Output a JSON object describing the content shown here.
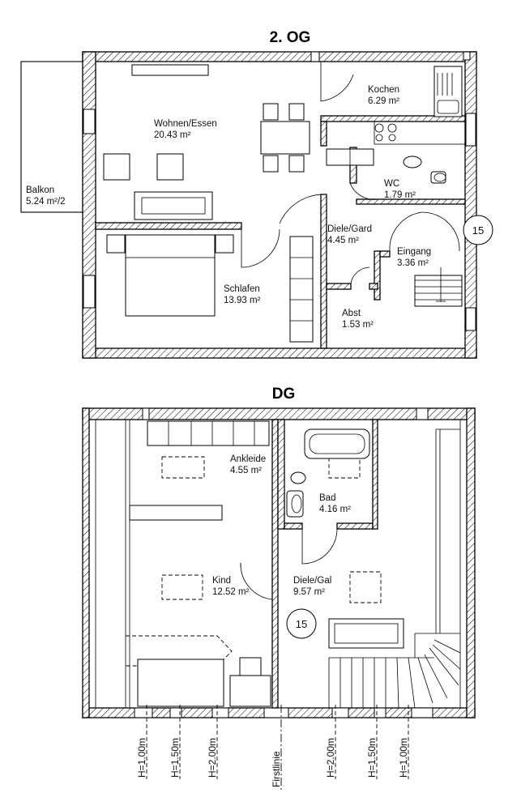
{
  "floors": [
    {
      "title": "2. OG",
      "rooms": [
        {
          "name": "Wohnen/Essen",
          "area": "20.43 m²"
        },
        {
          "name": "Kochen",
          "area": "6.29 m²"
        },
        {
          "name": "WC",
          "area": "1.79 m²"
        },
        {
          "name": "Diele/Gard",
          "area": "4.45 m²"
        },
        {
          "name": "Eingang",
          "area": "3.36 m²"
        },
        {
          "name": "Schlafen",
          "area": "13.93 m²"
        },
        {
          "name": "Abst",
          "area": "1.53 m²"
        },
        {
          "name": "Balkon",
          "area": "5.24 m²/2"
        }
      ],
      "marker": "15"
    },
    {
      "title": "DG",
      "rooms": [
        {
          "name": "Ankleide",
          "area": "4.55 m²"
        },
        {
          "name": "Bad",
          "area": "4.16 m²"
        },
        {
          "name": "Kind",
          "area": "12.52 m²"
        },
        {
          "name": "Diele/Gal",
          "area": "9.57 m²"
        }
      ],
      "marker": "15",
      "height_labels": [
        "H=1.00m",
        "H=1.50m",
        "H=2.00m",
        "Firstlinie",
        "H=2.00m",
        "H=1.50m",
        "H=1.00m"
      ]
    }
  ]
}
